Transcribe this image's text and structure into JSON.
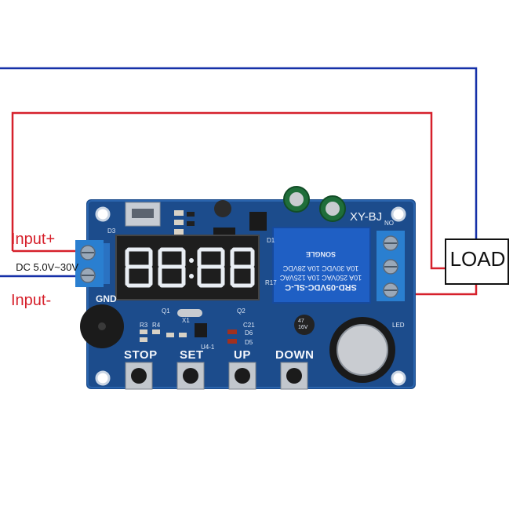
{
  "labels": {
    "input_plus": "Input+",
    "input_minus": "Input-",
    "voltage": "DC 5.0V~30V",
    "gnd": "GND",
    "load": "LOAD",
    "board_model": "XY-BJ",
    "display_digits": "88:88"
  },
  "buttons": [
    {
      "label": "STOP"
    },
    {
      "label": "SET"
    },
    {
      "label": "UP"
    },
    {
      "label": "DOWN"
    }
  ],
  "relay": {
    "model": "SRD-05VDC-SL-C",
    "line1": "10A 250VAC  10A 125VAC",
    "line2": "10A 30VDC  10A 28VDC",
    "brand": "SONGLE"
  },
  "silkscreen": {
    "d3": "D3",
    "d1": "D1",
    "q1": "Q1",
    "q2": "Q2",
    "x1": "X1",
    "r3": "R3",
    "r4": "R4",
    "c21": "C21",
    "d5": "D5",
    "d6": "D6",
    "u4": "U4-1",
    "r17": "R17",
    "led": "LED",
    "no": "NO",
    "cap_small": "47\n16V"
  },
  "colors": {
    "board": "#1c4c8c",
    "wire_red": "#d6202b",
    "wire_blue": "#1530a8",
    "terminal": "#2a7fd0",
    "relay": "#1f5fc4",
    "display_segment": "#e9eef4"
  }
}
